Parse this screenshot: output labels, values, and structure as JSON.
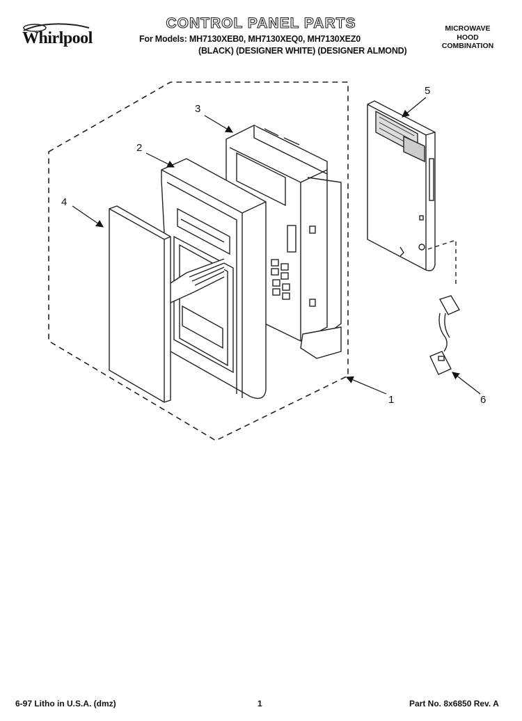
{
  "header": {
    "brand": "Whirlpool",
    "title": "CONTROL PANEL PARTS",
    "models_line": "For Models: MH7130XEB0, MH7130XEQ0, MH7130XEZ0",
    "finishes_line": "(BLACK) (DESIGNER WHITE) (DESIGNER ALMOND)",
    "category": [
      "MICROWAVE",
      "HOOD",
      "COMBINATION"
    ]
  },
  "callouts": [
    "1",
    "2",
    "3",
    "4",
    "5",
    "6"
  ],
  "footer": {
    "litho": "6-97 Litho in U.S.A. (dmz)",
    "page": "1",
    "part_no": "Part No. 8x6850 Rev. A"
  }
}
